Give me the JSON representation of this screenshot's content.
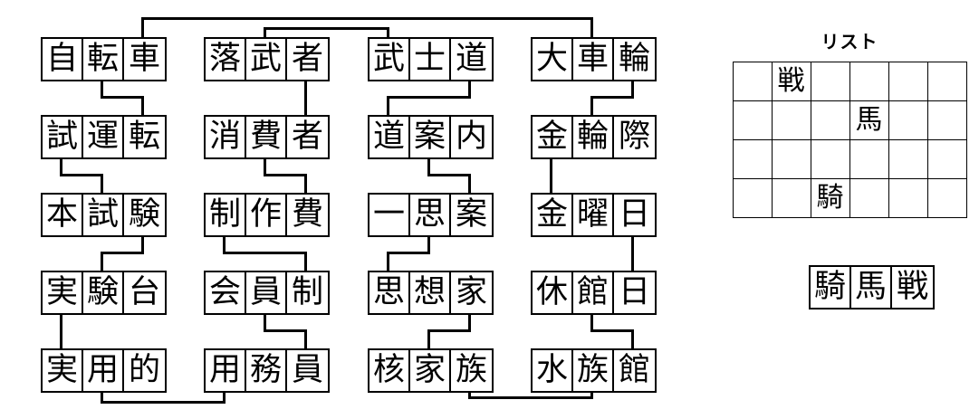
{
  "puzzle": {
    "type": "kanji-word-chain-puzzle",
    "columns": [
      {
        "id": "col1",
        "words": [
          {
            "id": "c1r1",
            "text": "自転車",
            "chars": [
              "自",
              "転",
              "車"
            ]
          },
          {
            "id": "c1r2",
            "text": "試運転",
            "chars": [
              "試",
              "運",
              "転"
            ]
          },
          {
            "id": "c1r3",
            "text": "本試験",
            "chars": [
              "本",
              "試",
              "験"
            ]
          },
          {
            "id": "c1r4",
            "text": "実験台",
            "chars": [
              "実",
              "験",
              "台"
            ]
          },
          {
            "id": "c1r5",
            "text": "実用的",
            "chars": [
              "実",
              "用",
              "的"
            ]
          }
        ]
      },
      {
        "id": "col2",
        "words": [
          {
            "id": "c2r1",
            "text": "落武者",
            "chars": [
              "落",
              "武",
              "者"
            ]
          },
          {
            "id": "c2r2",
            "text": "消費者",
            "chars": [
              "消",
              "費",
              "者"
            ]
          },
          {
            "id": "c2r3",
            "text": "制作費",
            "chars": [
              "制",
              "作",
              "費"
            ]
          },
          {
            "id": "c2r4",
            "text": "会員制",
            "chars": [
              "会",
              "員",
              "制"
            ]
          },
          {
            "id": "c2r5",
            "text": "用務員",
            "chars": [
              "用",
              "務",
              "員"
            ]
          }
        ]
      },
      {
        "id": "col3",
        "words": [
          {
            "id": "c3r1",
            "text": "武士道",
            "chars": [
              "武",
              "士",
              "道"
            ]
          },
          {
            "id": "c3r2",
            "text": "道案内",
            "chars": [
              "道",
              "案",
              "内"
            ]
          },
          {
            "id": "c3r3",
            "text": "一思案",
            "chars": [
              "一",
              "思",
              "案"
            ]
          },
          {
            "id": "c3r4",
            "text": "思想家",
            "chars": [
              "思",
              "想",
              "家"
            ]
          },
          {
            "id": "c3r5",
            "text": "核家族",
            "chars": [
              "核",
              "家",
              "族"
            ]
          }
        ]
      },
      {
        "id": "col4",
        "words": [
          {
            "id": "c4r1",
            "text": "大車輪",
            "chars": [
              "大",
              "車",
              "輪"
            ]
          },
          {
            "id": "c4r2",
            "text": "金輪際",
            "chars": [
              "金",
              "輪",
              "際"
            ]
          },
          {
            "id": "c4r3",
            "text": "金曜日",
            "chars": [
              "金",
              "曜",
              "日"
            ]
          },
          {
            "id": "c4r4",
            "text": "休館日",
            "chars": [
              "休",
              "館",
              "日"
            ]
          },
          {
            "id": "c4r5",
            "text": "水族館",
            "chars": [
              "水",
              "族",
              "館"
            ]
          }
        ]
      }
    ]
  },
  "list": {
    "title": "リスト",
    "rows": 4,
    "cols": 6,
    "cells": [
      [
        "",
        "戦",
        "",
        "",
        "",
        ""
      ],
      [
        "",
        "",
        "",
        "馬",
        "",
        ""
      ],
      [
        "",
        "",
        "",
        "",
        "",
        ""
      ],
      [
        "",
        "",
        "騎",
        "",
        "",
        ""
      ]
    ]
  },
  "answer": {
    "text": "騎馬戦",
    "chars": [
      "騎",
      "馬",
      "戦"
    ]
  },
  "colors": {
    "ink": "#000000",
    "paper": "#ffffff"
  }
}
